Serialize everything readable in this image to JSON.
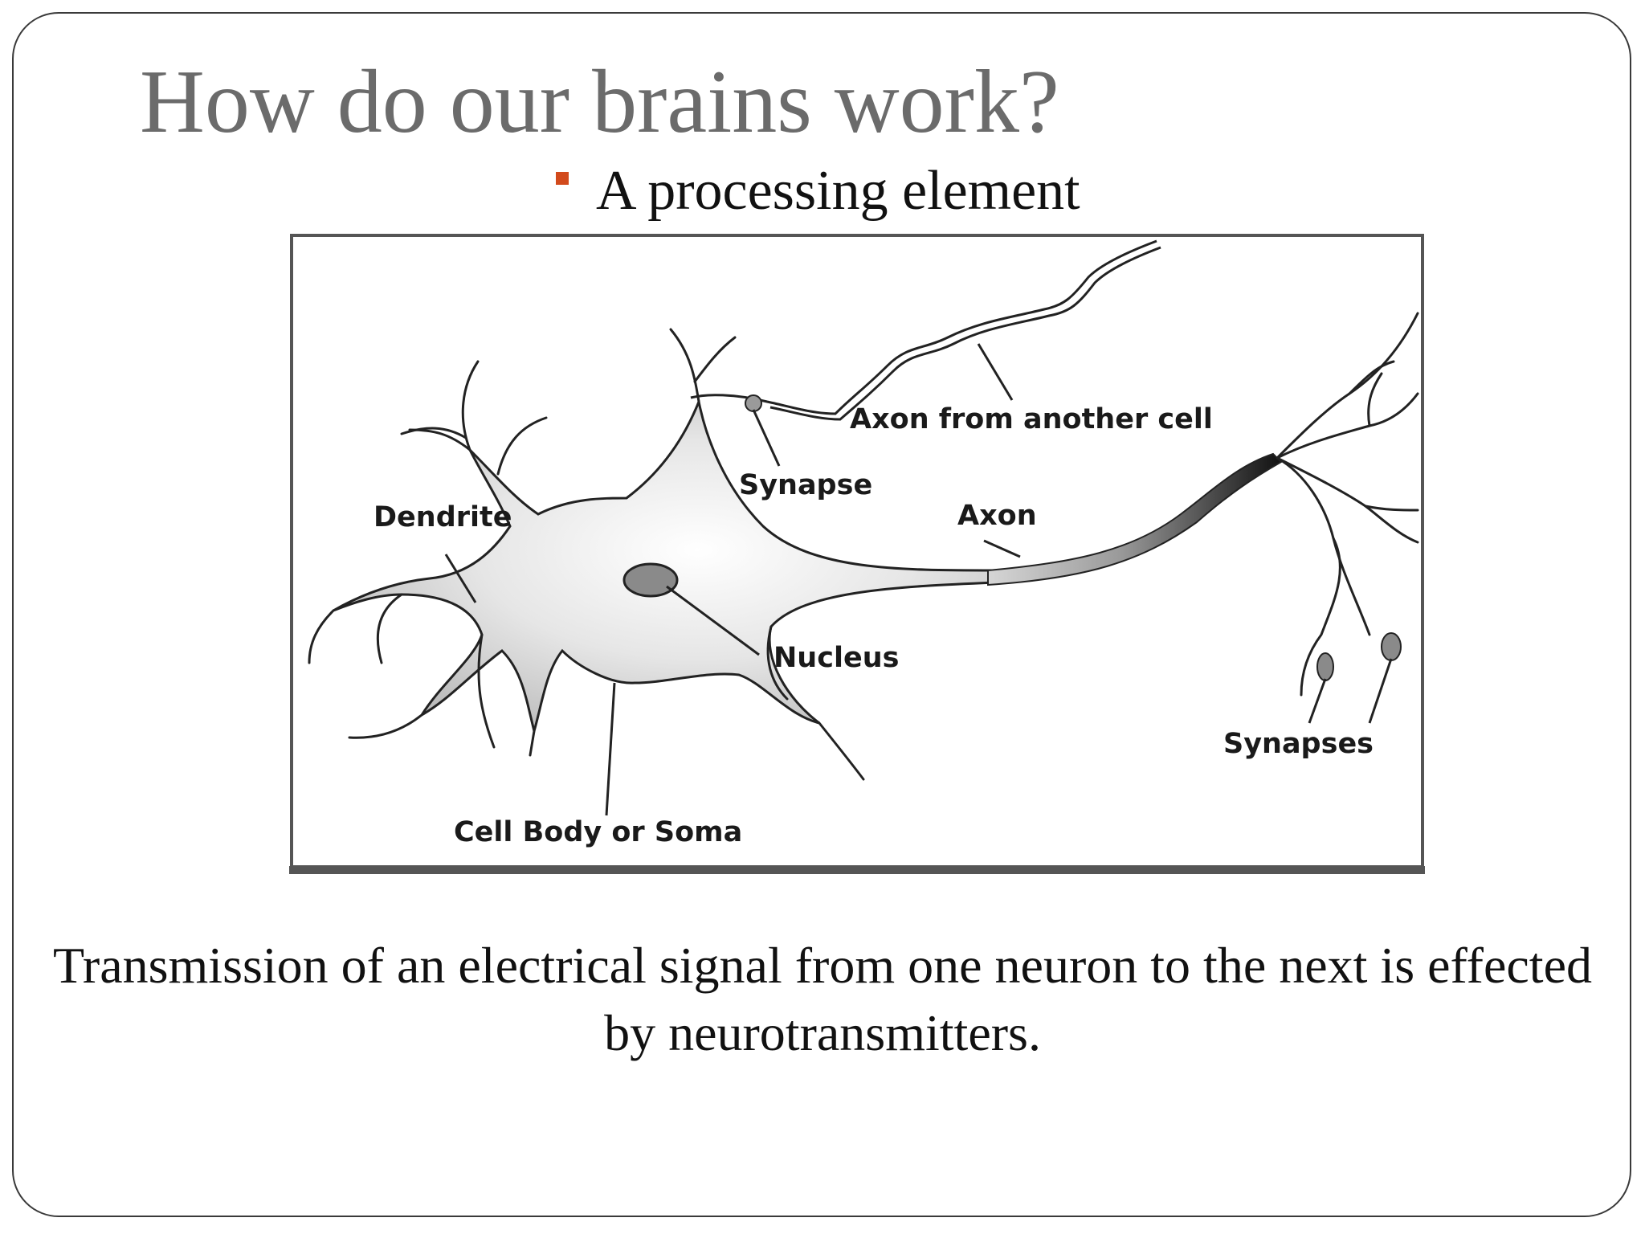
{
  "slide": {
    "title": "How do our brains work?",
    "bullet": "A processing element",
    "caption": "Transmission of an electrical signal from one neuron to the next is effected by neurotransmitters.",
    "accent_color": "#d24a1c",
    "title_color": "#6b6b6b"
  },
  "diagram": {
    "labels": {
      "axon_from_another_cell": "Axon from another cell",
      "synapse": "Synapse",
      "dendrite": "Dendrite",
      "axon": "Axon",
      "nucleus": "Nucleus",
      "synapses": "Synapses",
      "cell_body": "Cell Body or Soma"
    }
  }
}
